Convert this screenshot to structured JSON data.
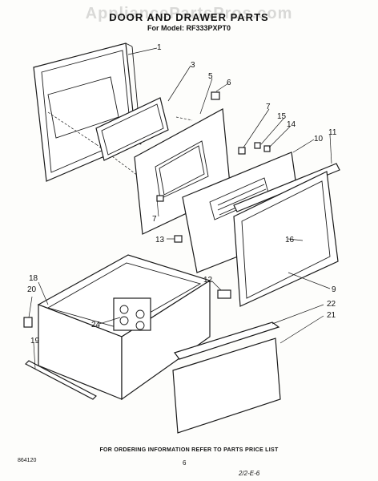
{
  "watermark": "AppliancePartsPros.com",
  "header": {
    "title": "DOOR AND DRAWER PARTS",
    "model": "For Model: RF333PXPT0"
  },
  "callouts": {
    "c1": "1",
    "c3": "3",
    "c5": "5",
    "c6": "6",
    "c7a": "7",
    "c7b": "7",
    "c9": "9",
    "c10": "10",
    "c11": "11",
    "c12": "12",
    "c13": "13",
    "c14": "14",
    "c15": "15",
    "c16": "16",
    "c18": "18",
    "c19": "19",
    "c20": "20",
    "c21": "21",
    "c22": "22",
    "c24": "24"
  },
  "footer": {
    "order_info": "FOR ORDERING INFORMATION REFER TO PARTS PRICE LIST",
    "figure_code": "864120",
    "page_number": "6",
    "scan_code": "2/2-E-6"
  }
}
